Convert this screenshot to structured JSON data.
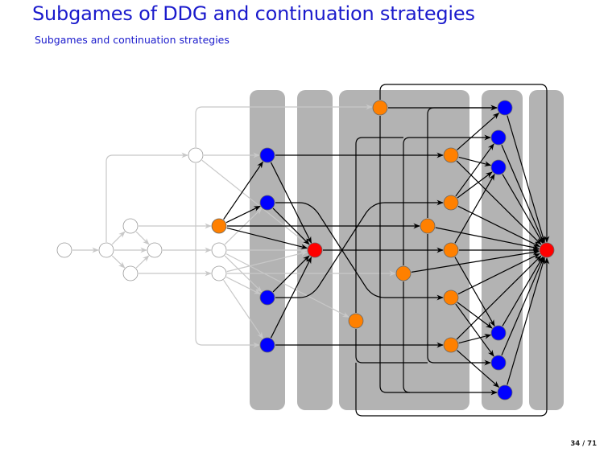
{
  "header": {
    "title": "Subgames of DDG and continuation strategies",
    "subtitle": "Subgames and continuation strategies"
  },
  "footer": {
    "page_number": "34 / 71"
  },
  "colors": {
    "title": "#1a1acc",
    "band": "#b3b3b3",
    "node_blue": "#0000ff",
    "node_orange": "#ff8000",
    "node_red": "#ff0000",
    "edge_light": "#c8c8c8",
    "edge_dark": "#000000"
  }
}
